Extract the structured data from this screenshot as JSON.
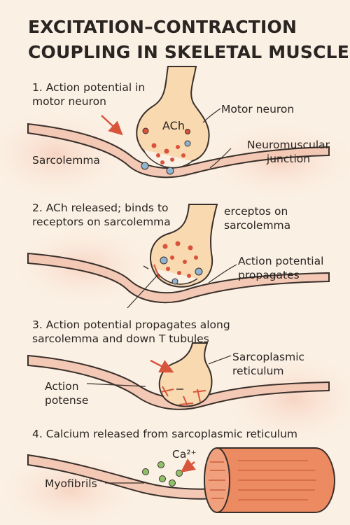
{
  "title": {
    "line1": "EXCITATION–CONTRACTION",
    "line2": "COUPLING IN SKELETAL MUSCLE"
  },
  "panels": [
    {
      "step": "1. Action potential in motor neuron",
      "labels": {
        "motor_neuron": "Motor neuron",
        "ach": "ACh",
        "sarcolemma": "Sarcolemma",
        "nmj": "Neuromuscular junction"
      }
    },
    {
      "step": "2. ACh released; binds to receptors on sarcolemma",
      "labels": {
        "receptors": "erceptos on sarcolemma",
        "ap_propagates": "Action potential propagates"
      }
    },
    {
      "step": "3. Action potential propagates along sarcolemma and down T tubules",
      "labels": {
        "sr": "Sarcoplasmic reticulum",
        "action_potense": "Action potense"
      }
    },
    {
      "step": "4. Calcium released from sarcoplasmic reticulum",
      "labels": {
        "ca": "Ca²⁺",
        "myofibrils": "Myofibrils"
      }
    }
  ],
  "colors": {
    "background": "#fbf0e4",
    "neuron": "#f8d9b0",
    "membrane": "#f3c9b5",
    "ach_dot": "#d9533b",
    "receptor": "#8fb4cf",
    "arrow": "#d8553c",
    "calcium": "#8fc06a",
    "myofibril": "#ec8a62"
  }
}
